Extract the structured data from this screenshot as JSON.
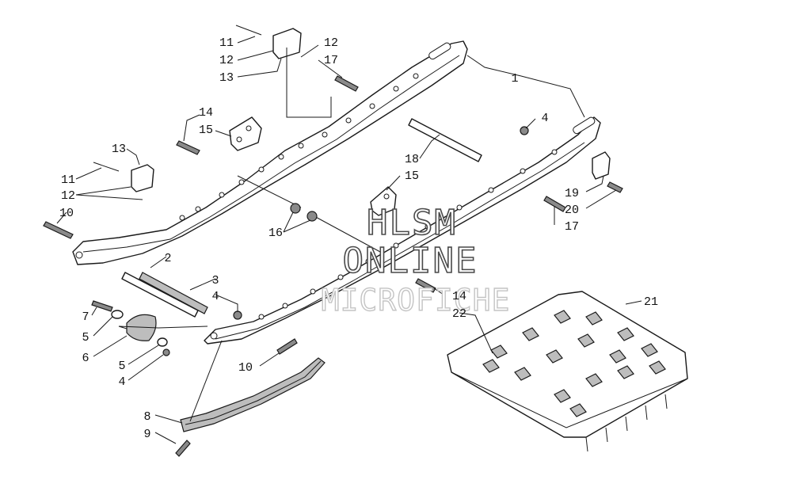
{
  "callouts": {
    "c1": "1",
    "c2": "2",
    "c3": "3",
    "c4a": "4",
    "c4b": "4",
    "c4c": "4",
    "c5a": "5",
    "c5b": "5",
    "c6": "6",
    "c7": "7",
    "c8": "8",
    "c9": "9",
    "c10a": "10",
    "c10b": "10",
    "c11a": "11",
    "c11b": "11",
    "c12a": "12",
    "c12b": "12",
    "c12c": "12",
    "c13a": "13",
    "c13b": "13",
    "c14a": "14",
    "c14b": "14",
    "c15a": "15",
    "c15b": "15",
    "c16": "16",
    "c17a": "17",
    "c17b": "17",
    "c18": "18",
    "c19": "19",
    "c20": "20",
    "c21": "21",
    "c22": "22"
  },
  "watermark": {
    "line1": "HLSM",
    "line2": "ONLINE",
    "line3": "MICROFICHE"
  }
}
